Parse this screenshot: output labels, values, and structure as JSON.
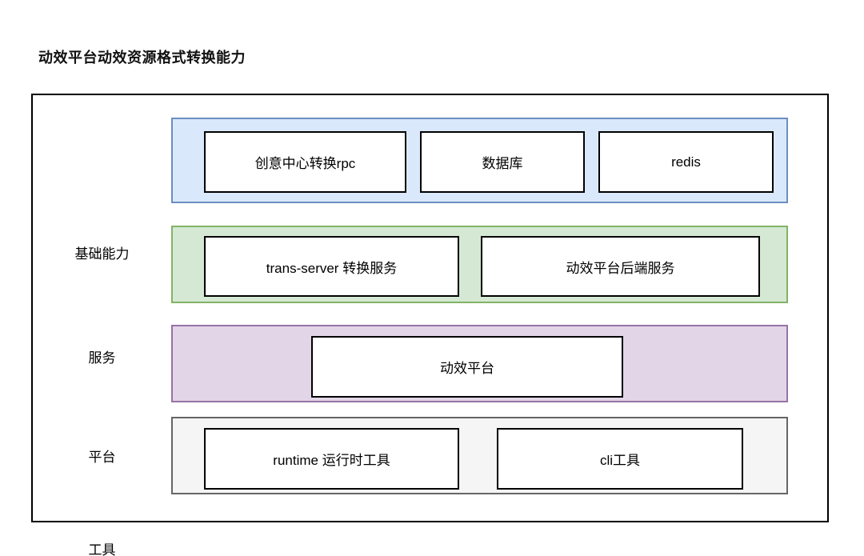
{
  "title": "动效平台动效资源格式转换能力",
  "rows": [
    {
      "label": "基础能力",
      "theme": {
        "fill": "#dae8fc",
        "stroke": "#6c8ebf"
      },
      "boxes": [
        "创意中心转换rpc",
        "数据库",
        "redis"
      ]
    },
    {
      "label": "服务",
      "theme": {
        "fill": "#d5e8d4",
        "stroke": "#82b366"
      },
      "boxes": [
        "trans-server 转换服务",
        "动效平台后端服务"
      ]
    },
    {
      "label": "平台",
      "theme": {
        "fill": "#e1d5e7",
        "stroke": "#9673a6"
      },
      "boxes": [
        "动效平台"
      ]
    },
    {
      "label": "工具",
      "theme": {
        "fill": "#f5f5f5",
        "stroke": "#666666"
      },
      "boxes": [
        "runtime 运行时工具",
        "cli工具"
      ]
    }
  ]
}
